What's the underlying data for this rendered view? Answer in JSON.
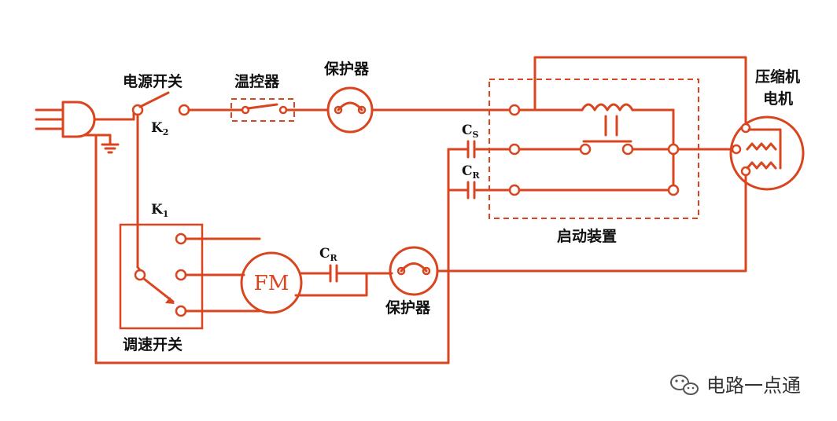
{
  "labels": {
    "power_switch": "电源开关",
    "thermostat": "温控器",
    "protector_top": "保护器",
    "compressor_line1": "压缩机",
    "compressor_line2": "电机",
    "k2_main": "K",
    "k2_sub": "2",
    "k1_main": "K",
    "k1_sub": "1",
    "cs_main": "C",
    "cs_sub": "S",
    "cr_top_main": "C",
    "cr_top_sub": "R",
    "cr_fan_main": "C",
    "cr_fan_sub": "R",
    "fan_motor": "FM",
    "protector_bottom": "保护器",
    "speed_switch": "调速开关",
    "start_device": "启动装置"
  },
  "watermark": {
    "text": "电路一点通",
    "icon": "wechat-icon"
  },
  "colors": {
    "wire": "#d9451f",
    "text": "#111111",
    "watermark": "#333333"
  }
}
